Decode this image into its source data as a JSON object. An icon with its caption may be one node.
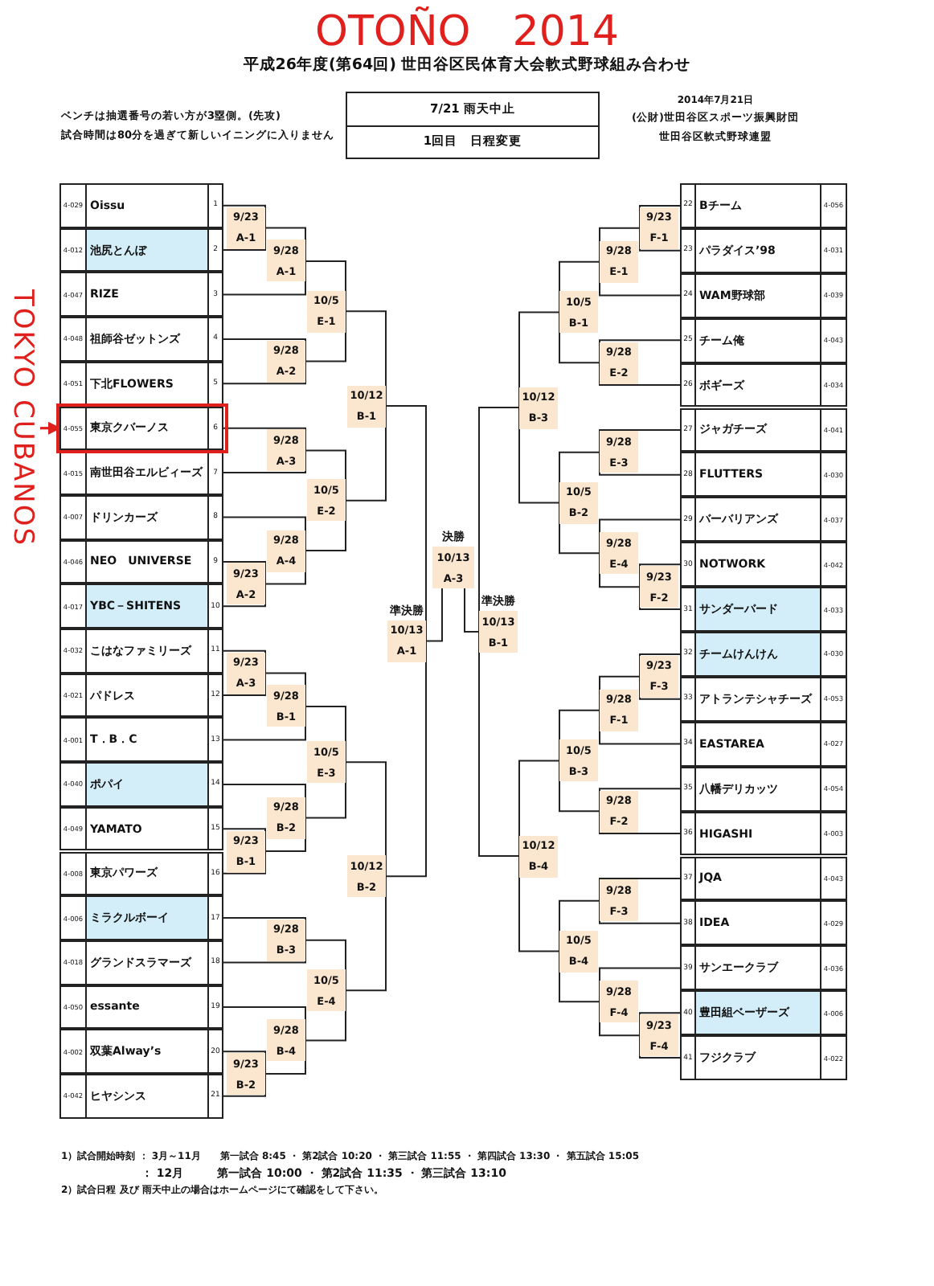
{
  "diagram": {
    "title": "平成26年度(第64回) 世田谷区民体育大会軟式野球組み合わせ",
    "nodes": [
      {
        "text": [
          "7/21 雨天中止",
          "1回目　日程変更"
        ]
      },
      {
        "text": [
          "TOKYO CUBANOS"
        ]
      },
      {
        "text": [
          "4-029",
          "Oissu",
          "1"
        ]
      },
      {
        "text": [
          "4-012",
          "池尻とんぼ",
          "2"
        ]
      },
      {
        "text": [
          "4-047",
          "RIZE",
          "3"
        ]
      },
      {
        "text": [
          "4-048",
          "祖師谷ゼットンズ",
          "4"
        ]
      },
      {
        "text": [
          "4-051",
          "下北FLOWERS",
          "5"
        ]
      },
      {
        "text": [
          "4-055",
          "東京クバーノス",
          "6"
        ]
      },
      {
        "text": [
          "4-015",
          "南世田谷エルビィーズ",
          "7"
        ]
      },
      {
        "text": [
          "4-007",
          "ドリンカーズ",
          "8"
        ]
      },
      {
        "text": [
          "4-046",
          "NEO　UNIVERSE",
          "9"
        ]
      },
      {
        "text": [
          "4-017",
          "YBC－SHITENS",
          "10"
        ]
      },
      {
        "text": [
          "4-032",
          "こはなファミリーズ",
          "11"
        ]
      },
      {
        "text": [
          "4-021",
          "パドレス",
          "12"
        ]
      },
      {
        "text": [
          "4-001",
          "T．B．C",
          "13"
        ]
      },
      {
        "text": [
          "4-040",
          "ポパイ",
          "14"
        ]
      },
      {
        "text": [
          "4-049",
          "YAMATO",
          "15"
        ]
      },
      {
        "text": [
          "4-008",
          "東京パワーズ",
          "16"
        ]
      },
      {
        "text": [
          "4-006",
          "ミラクルボーイ",
          "17"
        ]
      },
      {
        "text": [
          "4-018",
          "グランドスラマーズ",
          "18"
        ]
      },
      {
        "text": [
          "4-050",
          "essante",
          "19"
        ]
      },
      {
        "text": [
          "4-002",
          "双葉Alway’s",
          "20"
        ]
      },
      {
        "text": [
          "4-042",
          "ヒヤシンス",
          "21"
        ]
      },
      {
        "text": [
          "22",
          "Bチーム",
          "4-056"
        ]
      },
      {
        "text": [
          "23",
          "パラダイス’98",
          "4-031"
        ]
      },
      {
        "text": [
          "24",
          "WAM野球部",
          "4-039"
        ]
      },
      {
        "text": [
          "25",
          "チーム俺",
          "4-043"
        ]
      },
      {
        "text": [
          "26",
          "ボギーズ",
          "4-034"
        ]
      },
      {
        "text": [
          "27",
          "ジャガチーズ",
          "4-041"
        ]
      },
      {
        "text": [
          "28",
          "FLUTTERS",
          "4-030"
        ]
      },
      {
        "text": [
          "29",
          "バーバリアンズ",
          "4-037"
        ]
      },
      {
        "text": [
          "30",
          "NOTWORK",
          "4-042"
        ]
      },
      {
        "text": [
          "31",
          "サンダーバード",
          "4-033"
        ]
      },
      {
        "text": [
          "32",
          "チームけんけん",
          "4-030"
        ]
      },
      {
        "text": [
          "33",
          "アトランテシャチーズ",
          "4-053"
        ]
      },
      {
        "text": [
          "34",
          "EASTAREA",
          "4-027"
        ]
      },
      {
        "text": [
          "35",
          "八幡デリカッツ",
          "4-054"
        ]
      },
      {
        "text": [
          "36",
          "HIGASHI",
          "4-003"
        ]
      },
      {
        "text": [
          "37",
          "JQA",
          "4-043"
        ]
      },
      {
        "text": [
          "38",
          "IDEA",
          "4-029"
        ]
      },
      {
        "text": [
          "39",
          "サンエークラブ",
          "4-036"
        ]
      },
      {
        "text": [
          "40",
          "豊田組ベーザーズ",
          "4-006"
        ]
      },
      {
        "text": [
          "41",
          "フジクラブ",
          "4-022"
        ]
      },
      {
        "text": [
          "9/23",
          "A-1"
        ]
      },
      {
        "text": [
          "9/23",
          "A-2"
        ]
      },
      {
        "text": [
          "9/23",
          "A-3"
        ]
      },
      {
        "text": [
          "9/23",
          "B-1"
        ]
      },
      {
        "text": [
          "9/23",
          "B-2"
        ]
      },
      {
        "text": [
          "9/28",
          "A-1"
        ]
      },
      {
        "text": [
          "9/28",
          "A-2"
        ]
      },
      {
        "text": [
          "9/28",
          "A-3"
        ]
      },
      {
        "text": [
          "9/28",
          "A-4"
        ]
      },
      {
        "text": [
          "9/28",
          "B-1"
        ]
      },
      {
        "text": [
          "9/28",
          "B-2"
        ]
      },
      {
        "text": [
          "9/28",
          "B-3"
        ]
      },
      {
        "text": [
          "9/28",
          "B-4"
        ]
      },
      {
        "text": [
          "10/5",
          "E-1"
        ]
      },
      {
        "text": [
          "10/5",
          "E-2"
        ]
      },
      {
        "text": [
          "10/5",
          "E-3"
        ]
      },
      {
        "text": [
          "10/5",
          "E-4"
        ]
      },
      {
        "text": [
          "10/12",
          "B-1"
        ]
      },
      {
        "text": [
          "10/12",
          "B-2"
        ]
      },
      {
        "text": [
          "準決勝",
          "10/13",
          "A-1"
        ]
      },
      {
        "text": [
          "決勝",
          "10/13",
          "A-3"
        ]
      },
      {
        "text": [
          "準決勝",
          "10/13",
          "B-1"
        ]
      },
      {
        "text": [
          "10/12",
          "B-3"
        ]
      },
      {
        "text": [
          "10/12",
          "B-4"
        ]
      },
      {
        "text": [
          "10/5",
          "B-1"
        ]
      },
      {
        "text": [
          "10/5",
          "B-2"
        ]
      },
      {
        "text": [
          "10/5",
          "B-3"
        ]
      },
      {
        "text": [
          "10/5",
          "B-4"
        ]
      },
      {
        "text": [
          "9/28",
          "E-1"
        ]
      },
      {
        "text": [
          "9/28",
          "E-2"
        ]
      },
      {
        "text": [
          "9/28",
          "E-3"
        ]
      },
      {
        "text": [
          "9/28",
          "E-4"
        ]
      },
      {
        "text": [
          "9/28",
          "F-1"
        ]
      },
      {
        "text": [
          "9/28",
          "F-2"
        ]
      },
      {
        "text": [
          "9/28",
          "F-3"
        ]
      },
      {
        "text": [
          "9/28",
          "F-4"
        ]
      },
      {
        "text": [
          "9/23",
          "F-1"
        ]
      },
      {
        "text": [
          "9/23",
          "F-2"
        ]
      },
      {
        "text": [
          "9/23",
          "F-3"
        ]
      },
      {
        "text": [
          "9/23",
          "F-4"
        ]
      }
    ],
    "edges": [
      {
        "from": 1,
        "to": 7,
        "arrow": "to",
        "color": "#e0201c"
      },
      {
        "from": 2,
        "to": 43,
        "arrow": "none"
      },
      {
        "from": 3,
        "to": 43,
        "arrow": "none"
      },
      {
        "from": 10,
        "to": 44,
        "arrow": "none"
      },
      {
        "from": 11,
        "to": 44,
        "arrow": "none"
      },
      {
        "from": 12,
        "to": 45,
        "arrow": "none"
      },
      {
        "from": 13,
        "to": 45,
        "arrow": "none"
      },
      {
        "from": 16,
        "to": 46,
        "arrow": "none"
      },
      {
        "from": 17,
        "to": 46,
        "arrow": "none"
      },
      {
        "from": 21,
        "to": 47,
        "arrow": "none"
      },
      {
        "from": 22,
        "to": 47,
        "arrow": "none"
      },
      {
        "from": 43,
        "to": 48,
        "arrow": "none"
      },
      {
        "from": 4,
        "to": 48,
        "arrow": "none"
      },
      {
        "from": 5,
        "to": 49,
        "arrow": "none"
      },
      {
        "from": 6,
        "to": 49,
        "arrow": "none"
      },
      {
        "from": 7,
        "to": 50,
        "arrow": "none"
      },
      {
        "from": 8,
        "to": 50,
        "arrow": "none"
      },
      {
        "from": 9,
        "to": 51,
        "arrow": "none"
      },
      {
        "from": 44,
        "to": 51,
        "arrow": "none"
      },
      {
        "from": 45,
        "to": 52,
        "arrow": "none"
      },
      {
        "from": 14,
        "to": 52,
        "arrow": "none"
      },
      {
        "from": 15,
        "to": 53,
        "arrow": "none"
      },
      {
        "from": 46,
        "to": 53,
        "arrow": "none"
      },
      {
        "from": 18,
        "to": 54,
        "arrow": "none"
      },
      {
        "from": 19,
        "to": 54,
        "arrow": "none"
      },
      {
        "from": 20,
        "to": 55,
        "arrow": "none"
      },
      {
        "from": 47,
        "to": 55,
        "arrow": "none"
      },
      {
        "from": 48,
        "to": 56,
        "arrow": "none"
      },
      {
        "from": 49,
        "to": 56,
        "arrow": "none"
      },
      {
        "from": 50,
        "to": 57,
        "arrow": "none"
      },
      {
        "from": 51,
        "to": 57,
        "arrow": "none"
      },
      {
        "from": 52,
        "to": 58,
        "arrow": "none"
      },
      {
        "from": 53,
        "to": 58,
        "arrow": "none"
      },
      {
        "from": 54,
        "to": 59,
        "arrow": "none"
      },
      {
        "from": 55,
        "to": 59,
        "arrow": "none"
      },
      {
        "from": 56,
        "to": 60,
        "arrow": "none"
      },
      {
        "from": 57,
        "to": 60,
        "arrow": "none"
      },
      {
        "from": 58,
        "to": 61,
        "arrow": "none"
      },
      {
        "from": 59,
        "to": 61,
        "arrow": "none"
      },
      {
        "from": 60,
        "to": 62,
        "arrow": "none"
      },
      {
        "from": 61,
        "to": 62,
        "arrow": "none"
      },
      {
        "from": 62,
        "to": 63,
        "arrow": "none"
      },
      {
        "from": 64,
        "to": 63,
        "arrow": "none"
      },
      {
        "from": 65,
        "to": 64,
        "arrow": "none"
      },
      {
        "from": 66,
        "to": 64,
        "arrow": "none"
      },
      {
        "from": 67,
        "to": 65,
        "arrow": "none"
      },
      {
        "from": 68,
        "to": 65,
        "arrow": "none"
      },
      {
        "from": 69,
        "to": 66,
        "arrow": "none"
      },
      {
        "from": 70,
        "to": 66,
        "arrow": "none"
      },
      {
        "from": 71,
        "to": 67,
        "arrow": "none"
      },
      {
        "from": 72,
        "to": 67,
        "arrow": "none"
      },
      {
        "from": 73,
        "to": 68,
        "arrow": "none"
      },
      {
        "from": 74,
        "to": 68,
        "arrow": "none"
      },
      {
        "from": 75,
        "to": 69,
        "arrow": "none"
      },
      {
        "from": 76,
        "to": 69,
        "arrow": "none"
      },
      {
        "from": 77,
        "to": 70,
        "arrow": "none"
      },
      {
        "from": 78,
        "to": 70,
        "arrow": "none"
      },
      {
        "from": 79,
        "to": 71,
        "arrow": "none"
      },
      {
        "from": 25,
        "to": 71,
        "arrow": "none"
      },
      {
        "from": 26,
        "to": 72,
        "arrow": "none"
      },
      {
        "from": 27,
        "to": 72,
        "arrow": "none"
      },
      {
        "from": 28,
        "to": 73,
        "arrow": "none"
      },
      {
        "from": 29,
        "to": 73,
        "arrow": "none"
      },
      {
        "from": 30,
        "to": 74,
        "arrow": "none"
      },
      {
        "from": 80,
        "to": 74,
        "arrow": "none"
      },
      {
        "from": 81,
        "to": 75,
        "arrow": "none"
      },
      {
        "from": 35,
        "to": 75,
        "arrow": "none"
      },
      {
        "from": 36,
        "to": 76,
        "arrow": "none"
      },
      {
        "from": 37,
        "to": 76,
        "arrow": "none"
      },
      {
        "from": 38,
        "to": 77,
        "arrow": "none"
      },
      {
        "from": 39,
        "to": 77,
        "arrow": "none"
      },
      {
        "from": 40,
        "to": 78,
        "arrow": "none"
      },
      {
        "from": 82,
        "to": 78,
        "arrow": "none"
      },
      {
        "from": 23,
        "to": 79,
        "arrow": "none"
      },
      {
        "from": 24,
        "to": 79,
        "arrow": "none"
      },
      {
        "from": 31,
        "to": 80,
        "arrow": "none"
      },
      {
        "from": 32,
        "to": 80,
        "arrow": "none"
      },
      {
        "from": 33,
        "to": 81,
        "arrow": "none"
      },
      {
        "from": 34,
        "to": 81,
        "arrow": "none"
      },
      {
        "from": 41,
        "to": 82,
        "arrow": "none"
      },
      {
        "from": 42,
        "to": 82,
        "arrow": "none"
      }
    ],
    "labels": [
      "OTOÑO　2014",
      "ベンチは抽選番号の若い方が3塁側。(先攻)",
      "試合時間は80分を過ぎて新しいイニングに入りません",
      "2014年7月21日",
      "(公財)世田谷区スポーツ振興財団",
      "世田谷区軟式野球連盟",
      "1）試合開始時刻 ： 3月～11月　　第一試合 8:45 ・ 第2試合 10:20 ・ 第三試合 11:55 ・ 第四試合 13:30 ・ 第五試合 15:05",
      "： 12月　　　第一試合 10:00 ・ 第2試合 11:35 ・ 第三試合 13:10",
      "2）試合日程 及び 雨天中止の場合はホームページにて確認をして下さい。"
    ]
  }
}
